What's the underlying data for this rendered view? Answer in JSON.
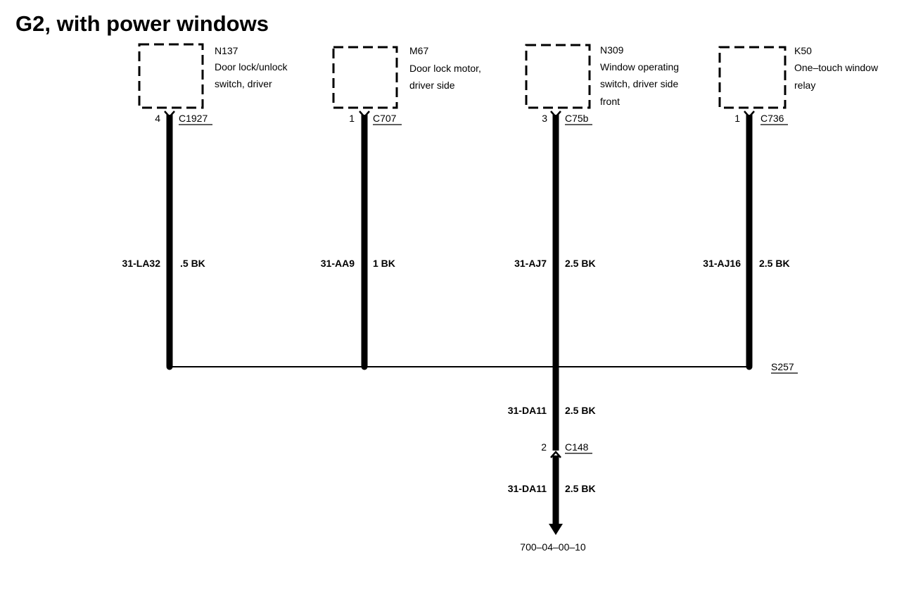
{
  "title": "G2, with power windows",
  "components": [
    {
      "id": "N137",
      "desc": [
        "Door lock/unlock",
        "switch, driver"
      ],
      "pin": "4",
      "connector": "C1927",
      "circuit": "31-LA32",
      "wire": ".5 BK"
    },
    {
      "id": "M67",
      "desc": [
        "Door lock motor,",
        "driver side"
      ],
      "pin": "1",
      "connector": "C707",
      "circuit": "31-AA9",
      "wire": "1 BK"
    },
    {
      "id": "N309",
      "desc": [
        "Window operating",
        "switch, driver side",
        "front"
      ],
      "pin": "3",
      "connector": "C75b",
      "circuit": "31-AJ7",
      "wire": "2.5 BK"
    },
    {
      "id": "K50",
      "desc": [
        "One–touch window",
        "relay"
      ],
      "pin": "1",
      "connector": "C736",
      "circuit": "31-AJ16",
      "wire": "2.5 BK"
    }
  ],
  "splice": {
    "label": "S257"
  },
  "lower": {
    "circuit_1": "31-DA11",
    "wire_1": "2.5 BK",
    "pin": "2",
    "connector": "C148",
    "circuit_2": "31-DA11",
    "wire_2": "2.5 BK",
    "reference": "700–04–00–10"
  }
}
